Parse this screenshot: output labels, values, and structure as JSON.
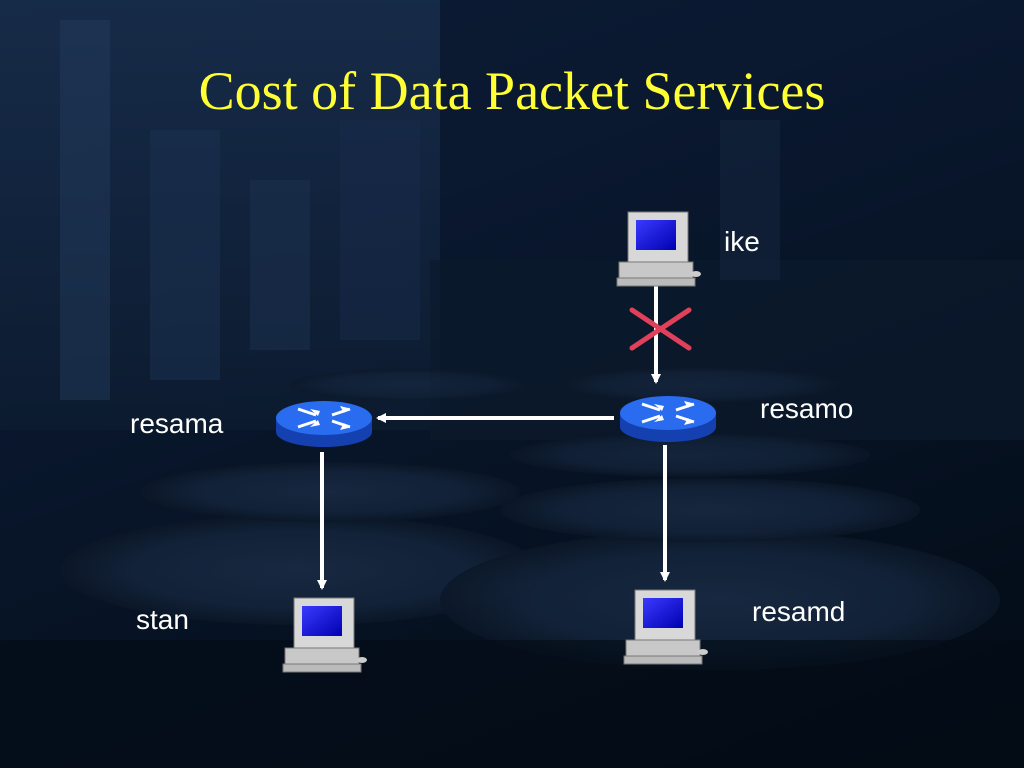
{
  "title": "Cost of Data Packet Services",
  "nodes": {
    "ike": {
      "label": "ike",
      "kind": "computer"
    },
    "resamo": {
      "label": "resamo",
      "kind": "router"
    },
    "resama": {
      "label": "resama",
      "kind": "router"
    },
    "stan": {
      "label": "stan",
      "kind": "computer"
    },
    "resamd": {
      "label": "resamd",
      "kind": "computer"
    }
  },
  "links": [
    {
      "from": "ike",
      "to": "resamo",
      "status": "blocked"
    },
    {
      "from": "resamo",
      "to": "resama",
      "status": "ok"
    },
    {
      "from": "resama",
      "to": "stan",
      "status": "ok"
    },
    {
      "from": "resamo",
      "to": "resamd",
      "status": "ok"
    }
  ],
  "colors": {
    "title": "#ffff33",
    "background": "#0a1830",
    "arrow": "#ffffff",
    "block_mark": "#e0405a",
    "router": "#1f5fe0"
  },
  "icons": {
    "computer": "desktop-computer-icon",
    "router": "router-icon",
    "block": "x-mark-icon"
  }
}
